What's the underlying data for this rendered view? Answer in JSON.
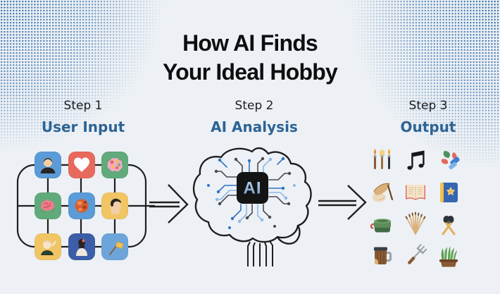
{
  "title": {
    "line1": "How AI Finds",
    "line2": "Your Ideal Hobby"
  },
  "steps": [
    {
      "label": "Step 1",
      "name": "User Input"
    },
    {
      "label": "Step 2",
      "name": "AI Analysis"
    },
    {
      "label": "Step 3",
      "name": "Output"
    }
  ],
  "ai_chip": {
    "label": "AI"
  },
  "arrows": [
    {
      "name": "arrow-1",
      "direction": "right"
    },
    {
      "name": "arrow-2",
      "direction": "right"
    }
  ],
  "input_grid": {
    "tiles": [
      {
        "icon": "man-avatar-icon",
        "color": "#5b9bd8"
      },
      {
        "icon": "heart-icon",
        "color": "#e8695e"
      },
      {
        "icon": "floral-brain-icon",
        "color": "#60aa7b"
      },
      {
        "icon": "brain-icon",
        "color": "#60aa7b"
      },
      {
        "icon": "globe-icon",
        "color": "#5b9bd8"
      },
      {
        "icon": "profile-face-icon",
        "color": "#f1c564"
      },
      {
        "icon": "waving-child-icon",
        "color": "#f1c564"
      },
      {
        "icon": "person-back-icon",
        "color": "#3c5ea9"
      },
      {
        "icon": "flag-icon",
        "color": "#6da5da"
      }
    ]
  },
  "output_grid": {
    "icons": [
      "paintbrushes-icon",
      "music-notes-icon",
      "pressed-flowers-icon",
      "quill-icon",
      "open-book-icon",
      "journal-icon",
      "cooking-pot-icon",
      "brush-bundle-icon",
      "garden-shears-icon",
      "tankard-icon",
      "garden-fork-icon",
      "grass-planter-icon"
    ]
  },
  "colors": {
    "background": "#edf1f5",
    "halftone_blue": "#366fad",
    "heading": "#0e0e10",
    "step_label": "#1d1d1f",
    "accent_blue": "#2d6394",
    "connector": "#1f1f1f"
  }
}
